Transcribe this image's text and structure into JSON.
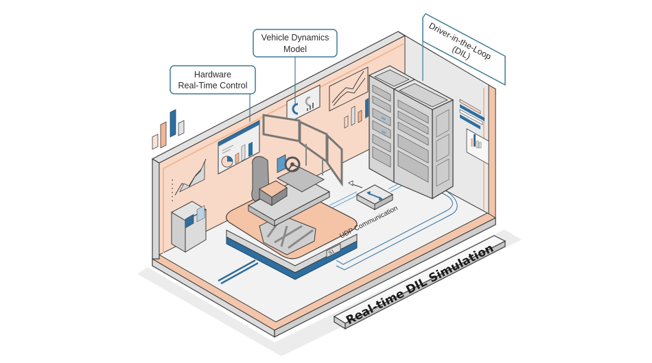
{
  "diagram": {
    "title": "Real-time DIL Simulation",
    "callouts": {
      "hardware": {
        "line1": "Hardware",
        "line2": "Real-Time Control"
      },
      "vehicle": {
        "line1": "Vehicle Dynamics",
        "line2": "Model"
      },
      "dil": {
        "line1": "Driver-in-the-Loop",
        "line2": "(DIL)"
      }
    },
    "connection_label": "UDP Communication",
    "platform_tag": "S1",
    "colors": {
      "wall_peach": "#f8d8c6",
      "accent_orange": "#f3b596",
      "accent_blue": "#2f6e9e",
      "frame_gray": "#d6d6d6",
      "floor": "#f1f1f1",
      "outline": "#3a3a3a",
      "callout_border": "#3c7a94"
    },
    "components": [
      "motion-platform",
      "driver-cockpit",
      "triple-monitor-display",
      "server-racks",
      "network-switch",
      "control-console",
      "wall-dashboard",
      "wall-gauges",
      "wall-line-chart",
      "right-wall-report"
    ]
  }
}
